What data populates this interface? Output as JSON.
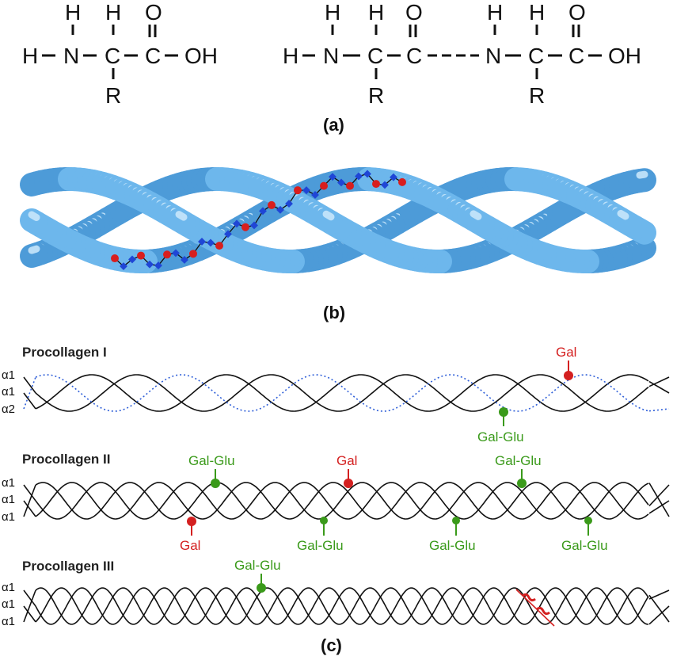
{
  "colors": {
    "gal": "#d42020",
    "gal_glu": "#3a9a1a",
    "alpha2": "#2f5fd8",
    "chain": "#111111",
    "helix_light": "#bfe2fb",
    "helix_mid": "#7cc2f0",
    "helix_dark": "#3e8fcf",
    "bead_blue": "#1f46d6",
    "bead_red": "#d81e1e"
  },
  "panel_a": {
    "label": "(a)",
    "amino_acid": {
      "top_h_1": "H",
      "top_h_2": "H",
      "top_o": "O",
      "h": "H",
      "n": "N",
      "c_alpha": "C",
      "c_carbonyl": "C",
      "oh": "OH",
      "r": "R"
    },
    "dipeptide": {
      "top_h_1": "H",
      "top_h_2": "H",
      "top_o_1": "O",
      "top_h_3": "H",
      "top_h_4": "H",
      "top_o_2": "O",
      "h": "H",
      "n_1": "N",
      "c_1": "C",
      "c_2": "C",
      "n_2": "N",
      "c_3": "C",
      "c_4": "C",
      "oh": "OH",
      "r_1": "R",
      "r_2": "R"
    }
  },
  "panel_b": {
    "label": "(b)"
  },
  "panel_c": {
    "label": "(c)",
    "procollagen_1": {
      "title": "Procollagen I",
      "chains": [
        "α1",
        "α1",
        "α2"
      ],
      "mods": [
        {
          "text": "Gal",
          "type": "gal"
        },
        {
          "text": "Gal-Glu",
          "type": "gal_glu"
        }
      ]
    },
    "procollagen_2": {
      "title": "Procollagen II",
      "chains": [
        "α1",
        "α1",
        "α1"
      ],
      "mods": [
        {
          "text": "Gal-Glu",
          "type": "gal_glu"
        },
        {
          "text": "Gal",
          "type": "gal"
        },
        {
          "text": "Gal-Glu",
          "type": "gal_glu"
        },
        {
          "text": "Gal",
          "type": "gal"
        },
        {
          "text": "Gal-Glu",
          "type": "gal_glu"
        },
        {
          "text": "Gal-Glu",
          "type": "gal_glu"
        },
        {
          "text": "Gal-Glu",
          "type": "gal_glu"
        }
      ]
    },
    "procollagen_3": {
      "title": "Procollagen III",
      "chains": [
        "α1",
        "α1",
        "α1"
      ],
      "mods": [
        {
          "text": "Gal-Glu",
          "type": "gal_glu"
        }
      ]
    }
  }
}
